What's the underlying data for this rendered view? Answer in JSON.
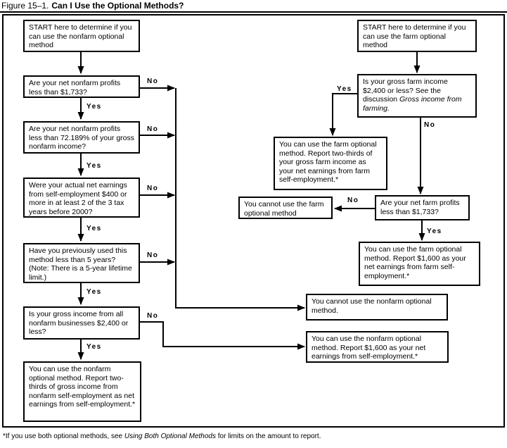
{
  "figure": {
    "label": "Figure 15–1.",
    "title": "Can I Use the Optional Methods?"
  },
  "labels": {
    "yes": "Yes",
    "no": "No"
  },
  "boxes": {
    "nonfarm_start": "START here to determine if you can use the nonfarm optional method",
    "nonfarm_q_profits": "Are your net nonfarm profits less than $1,733?",
    "nonfarm_q_percent": "Are your net nonfarm profits less than 72.189% of your gross nonfarm income?",
    "nonfarm_q_earnings": "Were your actual net earnings from self-employment $400 or more in at least 2 of the 3 tax years before 2000?",
    "nonfarm_q_years": "Have you previously used this method less than 5 years? (Note: There is a 5-year lifetime limit.)",
    "nonfarm_q_income": "Is your gross income from all nonfarm businesses $2,400 or less?",
    "nonfarm_use_two_thirds": "You can use the nonfarm optional method. Report two-thirds of gross income from nonfarm self-employment as net earnings from self-employment.*",
    "farm_start": "START here to determine if you can use the farm optional method",
    "farm_q_income": {
      "before": "Is your gross farm income $2,400 or less? See the discussion ",
      "italic": "Gross income from farming."
    },
    "farm_use_two_thirds": "You can use the farm optional method. Report two-thirds of your gross farm income as your net earnings from farm self-employment.*",
    "farm_q_profits": "Are your net farm profits less than $1,733?",
    "farm_cannot_use": "You cannot use the farm optional method",
    "farm_use_1600": "You can use the farm optional method. Report $1,600 as your net earnings from farm self-employment.*",
    "nonfarm_cannot_use": "You cannot use the nonfarm optional method.",
    "nonfarm_use_1600": "You can use the nonfarm optional method. Report $1,600 as your net earnings from self-employment.*"
  },
  "footnote": {
    "before": "*If you use both optional methods, see ",
    "italic": "Using Both Optional Methods",
    "after": " for limits on the amount to report."
  },
  "colors": {
    "line": "#000000",
    "background": "#ffffff"
  }
}
